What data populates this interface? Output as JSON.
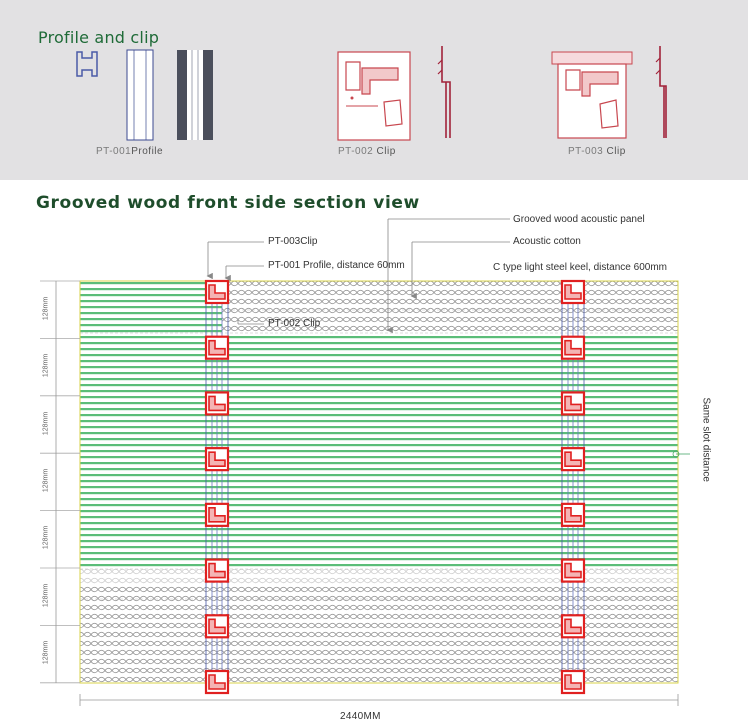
{
  "header": {
    "title": "Profile and clip",
    "parts": [
      {
        "code": "PT-001",
        "name": "Profile"
      },
      {
        "code": "PT-002",
        "name": "Clip"
      },
      {
        "code": "PT-003",
        "name": "Clip"
      }
    ]
  },
  "section": {
    "title": "Grooved wood front side section view",
    "callouts": {
      "panel": "Grooved wood acoustic panel",
      "cotton": "Acoustic cotton",
      "keel": "C type light steel keel, distance 600mm",
      "pt003": "PT-003Clip",
      "pt001": "PT-001 Profile, distance 60mm",
      "pt002": "PT-002 Clip"
    },
    "row_height_label": "128mm",
    "side_label": "Same slot distance",
    "total_width": "2440MM"
  },
  "colors": {
    "panel_stripe": "#49b368",
    "cotton_pattern": "#8a8a8a",
    "clip": "#e02020",
    "profile": "#4a5aa8",
    "header_text": "#1f6b38"
  }
}
